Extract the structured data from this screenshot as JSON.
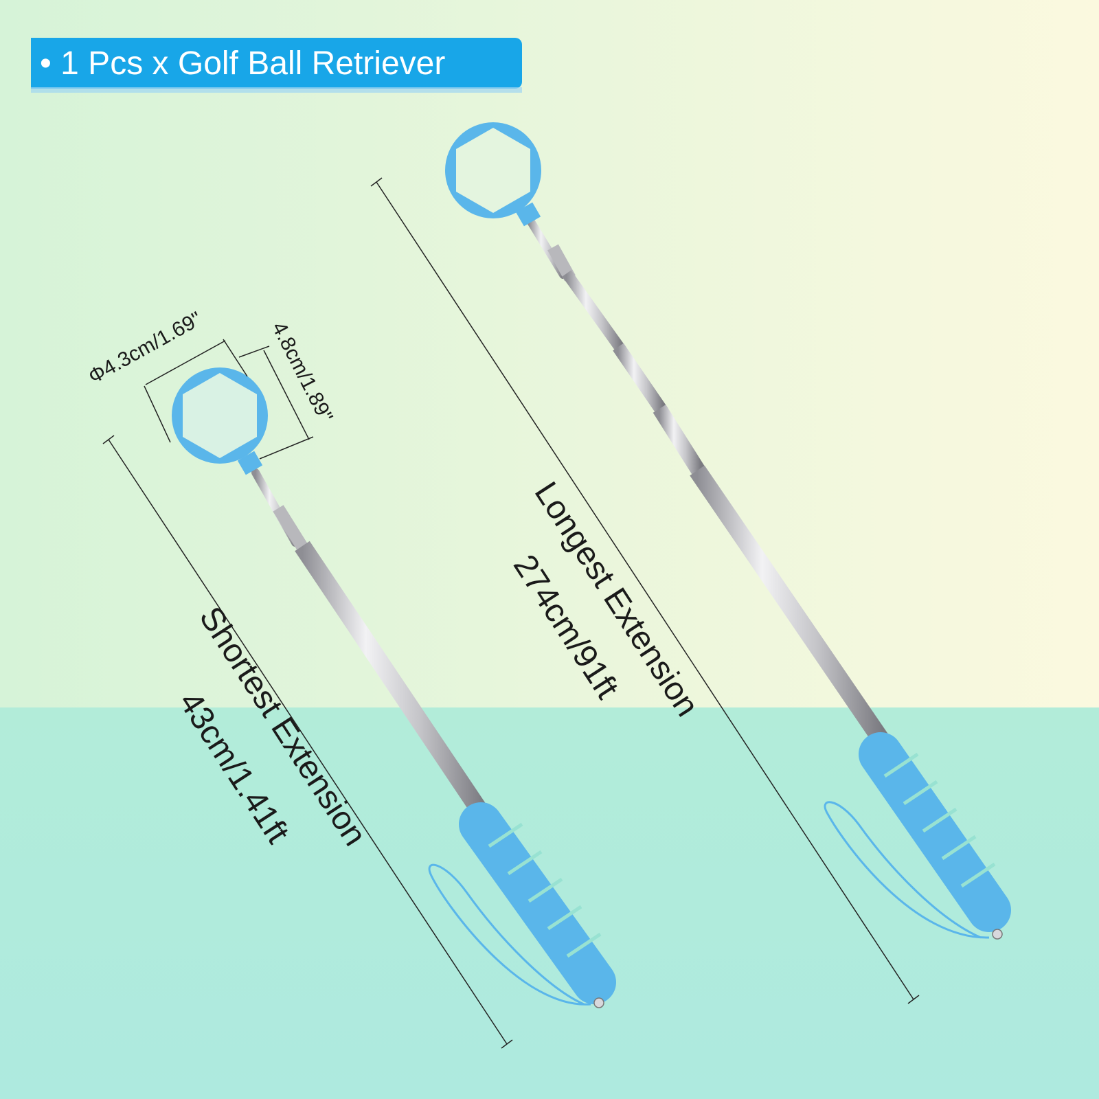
{
  "banner": {
    "text": "• 1 Pcs x Golf Ball Retriever",
    "color": "#18a6e8"
  },
  "dimensions": {
    "diameter": "Φ4.3cm/1.69\"",
    "head_length": "4.8cm/1.89\"",
    "shortest_title": "Shortest Extension",
    "shortest_value": "43cm/1.41ft",
    "longest_title": "Longest Extension",
    "longest_value": "274cm/91ft"
  },
  "colors": {
    "accent_blue": "#5ab6ea",
    "steel": "#c8c8cc",
    "bg_top": "#eef6dc",
    "bg_bottom": "#aeeadb"
  }
}
